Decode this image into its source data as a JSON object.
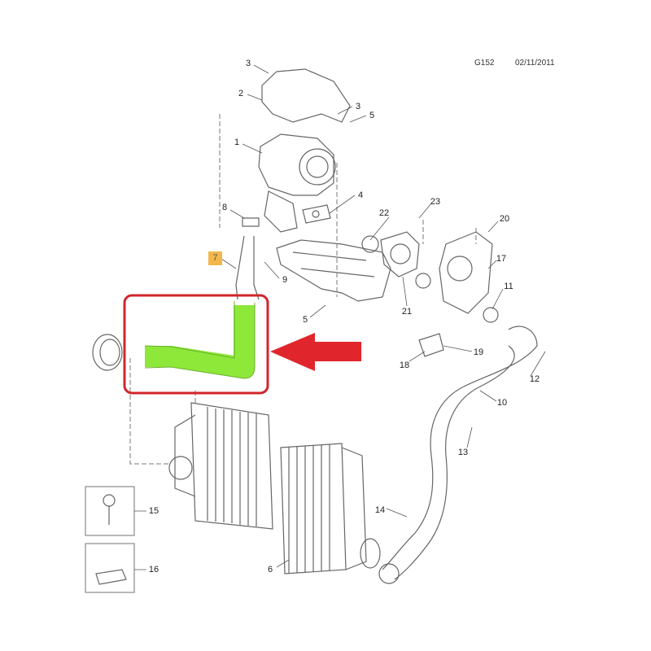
{
  "header": {
    "code": "G152",
    "date": "02/11/2011"
  },
  "highlighted_part": "7",
  "callouts": [
    "3",
    "2",
    "3",
    "5",
    "1",
    "4",
    "8",
    "22",
    "23",
    "20",
    "9",
    "17",
    "11",
    "21",
    "5",
    "18",
    "19",
    "12",
    "10",
    "13",
    "14",
    "15",
    "16",
    "6"
  ],
  "colors": {
    "highlight": "#8ee83a",
    "frame": "#d0262c",
    "arrow": "#e0262c",
    "tag": "#f2b84b"
  }
}
